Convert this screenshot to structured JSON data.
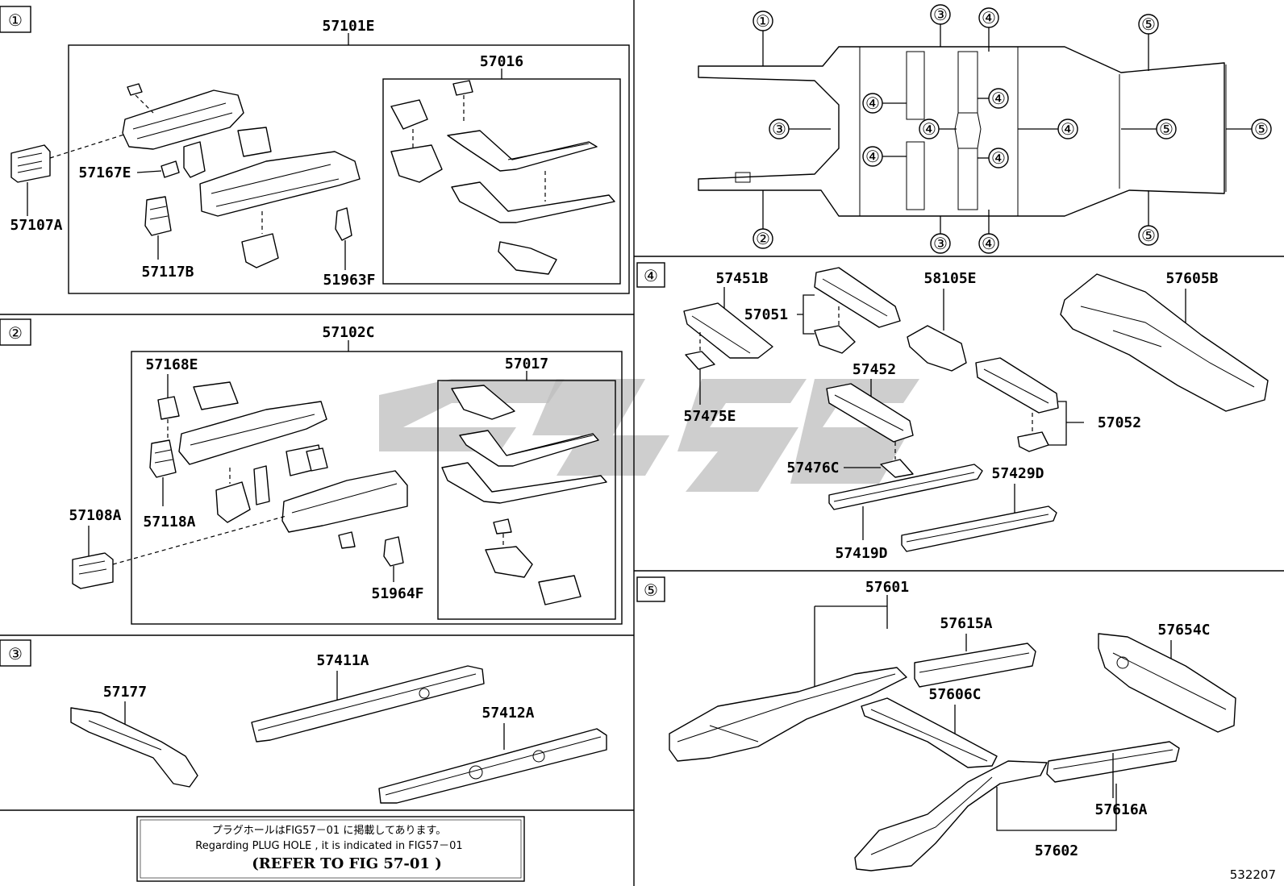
{
  "sections": {
    "s1": {
      "num": "①"
    },
    "s2": {
      "num": "②"
    },
    "s3": {
      "num": "③"
    },
    "s4": {
      "num": "④"
    },
    "s5": {
      "num": "⑤"
    }
  },
  "parts": {
    "p57101E": "57101E",
    "p57016": "57016",
    "p57167E": "57167E",
    "p57107A": "57107A",
    "p57117B": "57117B",
    "p51963F": "51963F",
    "p57102C": "57102C",
    "p57017": "57017",
    "p57168E": "57168E",
    "p57108A": "57108A",
    "p57118A": "57118A",
    "p51964F": "51964F",
    "p57177": "57177",
    "p57411A": "57411A",
    "p57412A": "57412A",
    "p57451B": "57451B",
    "p57051": "57051",
    "p58105E": "58105E",
    "p57605B": "57605B",
    "p57452": "57452",
    "p57475E": "57475E",
    "p57052": "57052",
    "p57476C": "57476C",
    "p57429D": "57429D",
    "p57419D": "57419D",
    "p57601": "57601",
    "p57615A": "57615A",
    "p57654C": "57654C",
    "p57606C": "57606C",
    "p57616A": "57616A",
    "p57602": "57602"
  },
  "overview": {
    "c1": "①",
    "c2": "②",
    "c3": "③",
    "c4": "④",
    "c5": "⑤"
  },
  "note": {
    "line1": "プラグホールはFIG57－01 に掲載してあります。",
    "line2": "Regarding PLUG HOLE , it is indicated in FIG57－01",
    "line3": "(REFER TO FIG 57-01   )"
  },
  "ref_number": "532207"
}
